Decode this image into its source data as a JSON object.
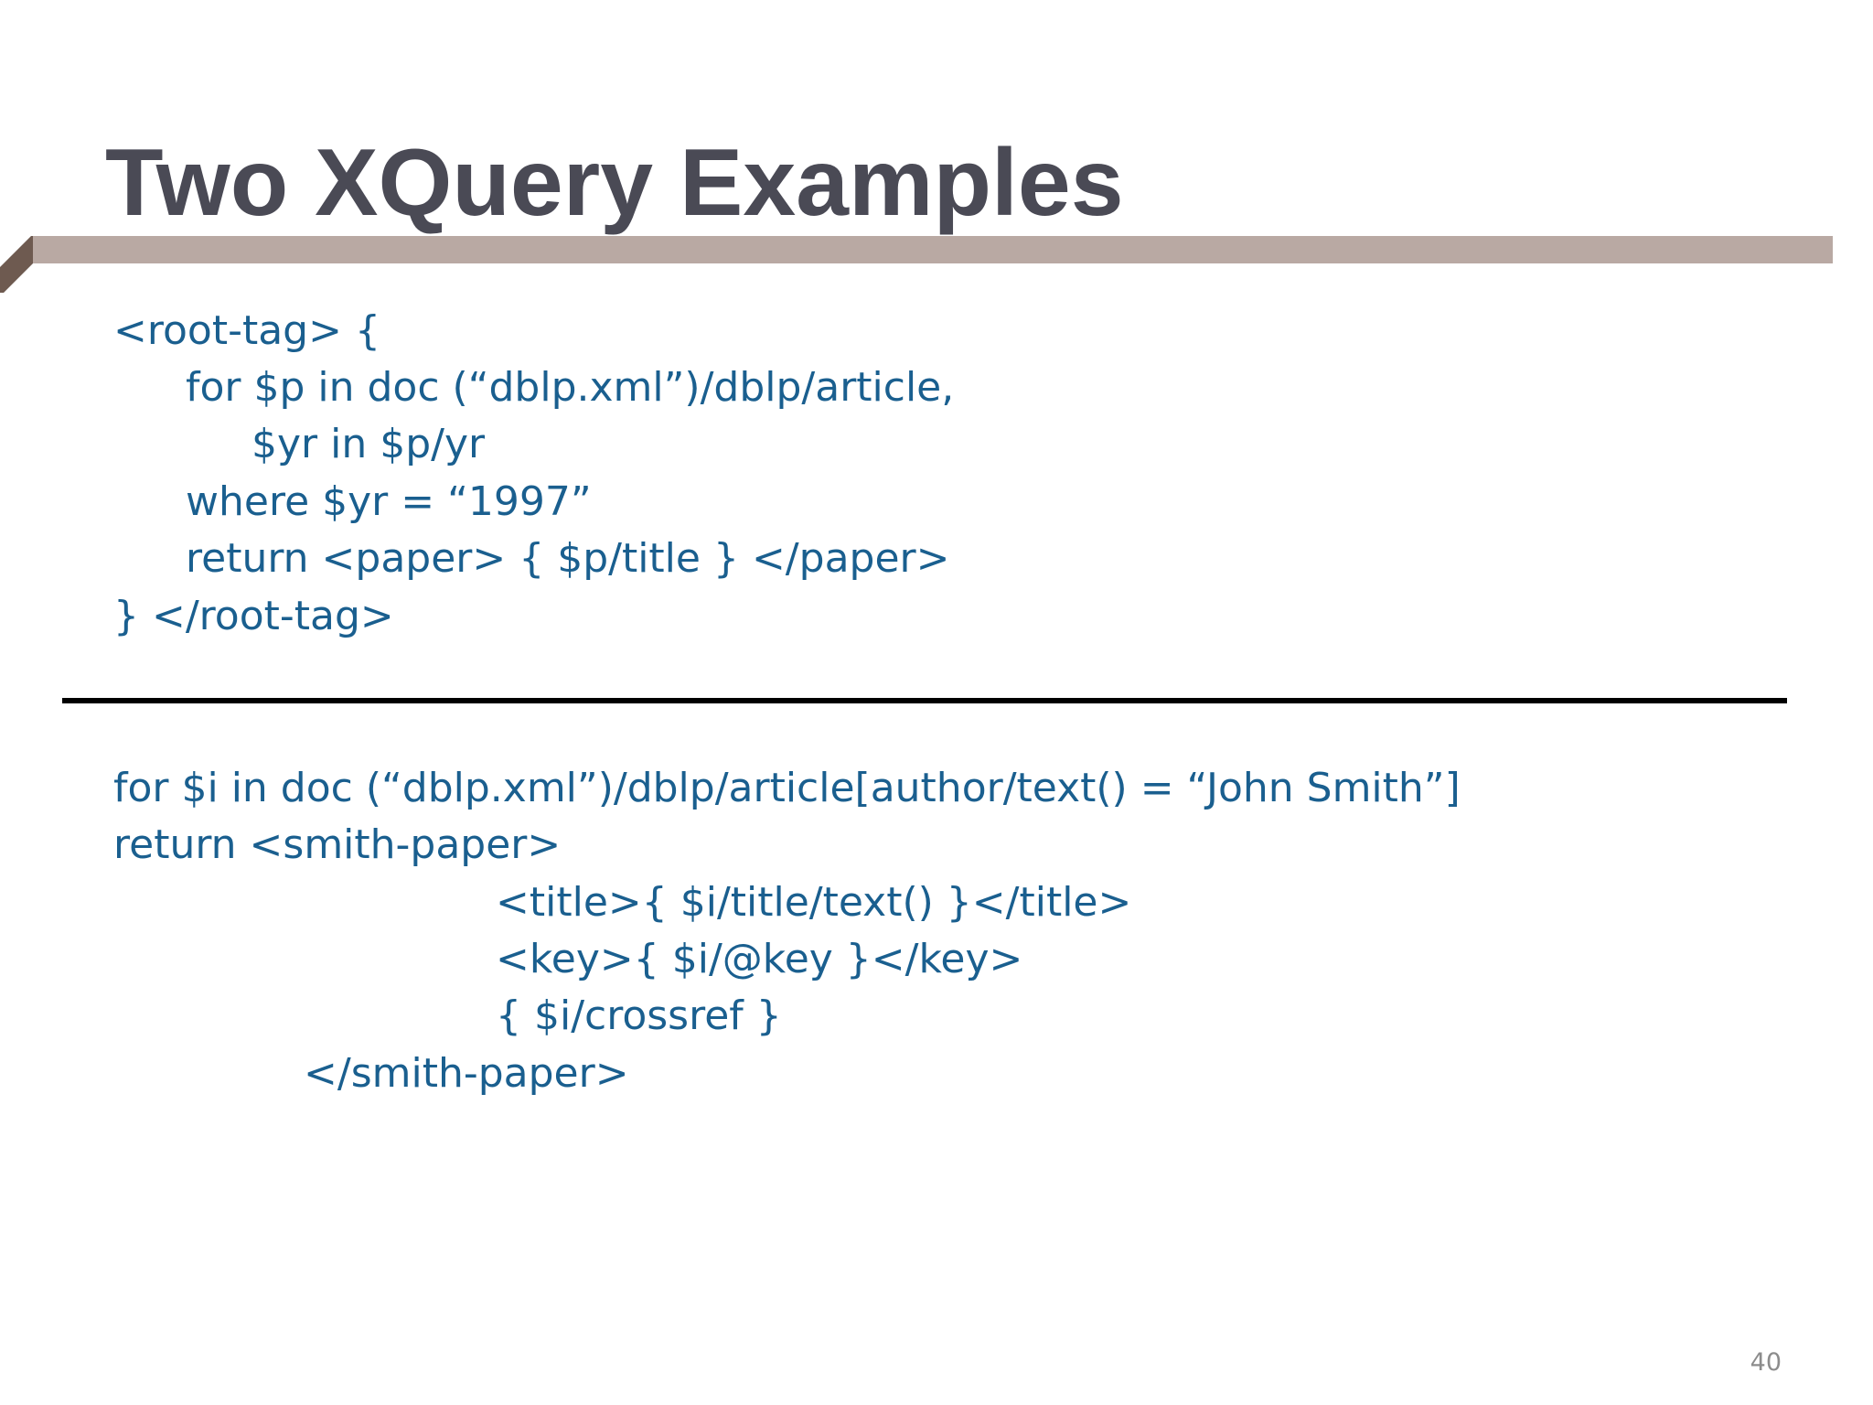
{
  "slide": {
    "title": "Two XQuery Examples",
    "page_number": "40"
  },
  "example1": {
    "lines": [
      "<root-tag> {",
      "for $p in doc (“dblp.xml”)/dblp/article,",
      "$yr in $p/yr",
      "where $yr = “1997”",
      "return <paper> { $p/title } </paper>",
      "} </root-tag>"
    ]
  },
  "example2": {
    "lines": [
      "for $i in doc (“dblp.xml”)/dblp/article[author/text() = “John Smith”]",
      "return <smith-paper>",
      "<title>{ $i/title/text() }</title>",
      "<key>{ $i/@key }</key>",
      "{ $i/crossref }",
      "</smith-paper>"
    ]
  },
  "colors": {
    "title": "#4a4a55",
    "accent_bar": "#b9a9a3",
    "accent_corner": "#6e5a50",
    "code": "#1a5f8f",
    "divider": "#000000",
    "page_number": "#8c8c8c"
  }
}
